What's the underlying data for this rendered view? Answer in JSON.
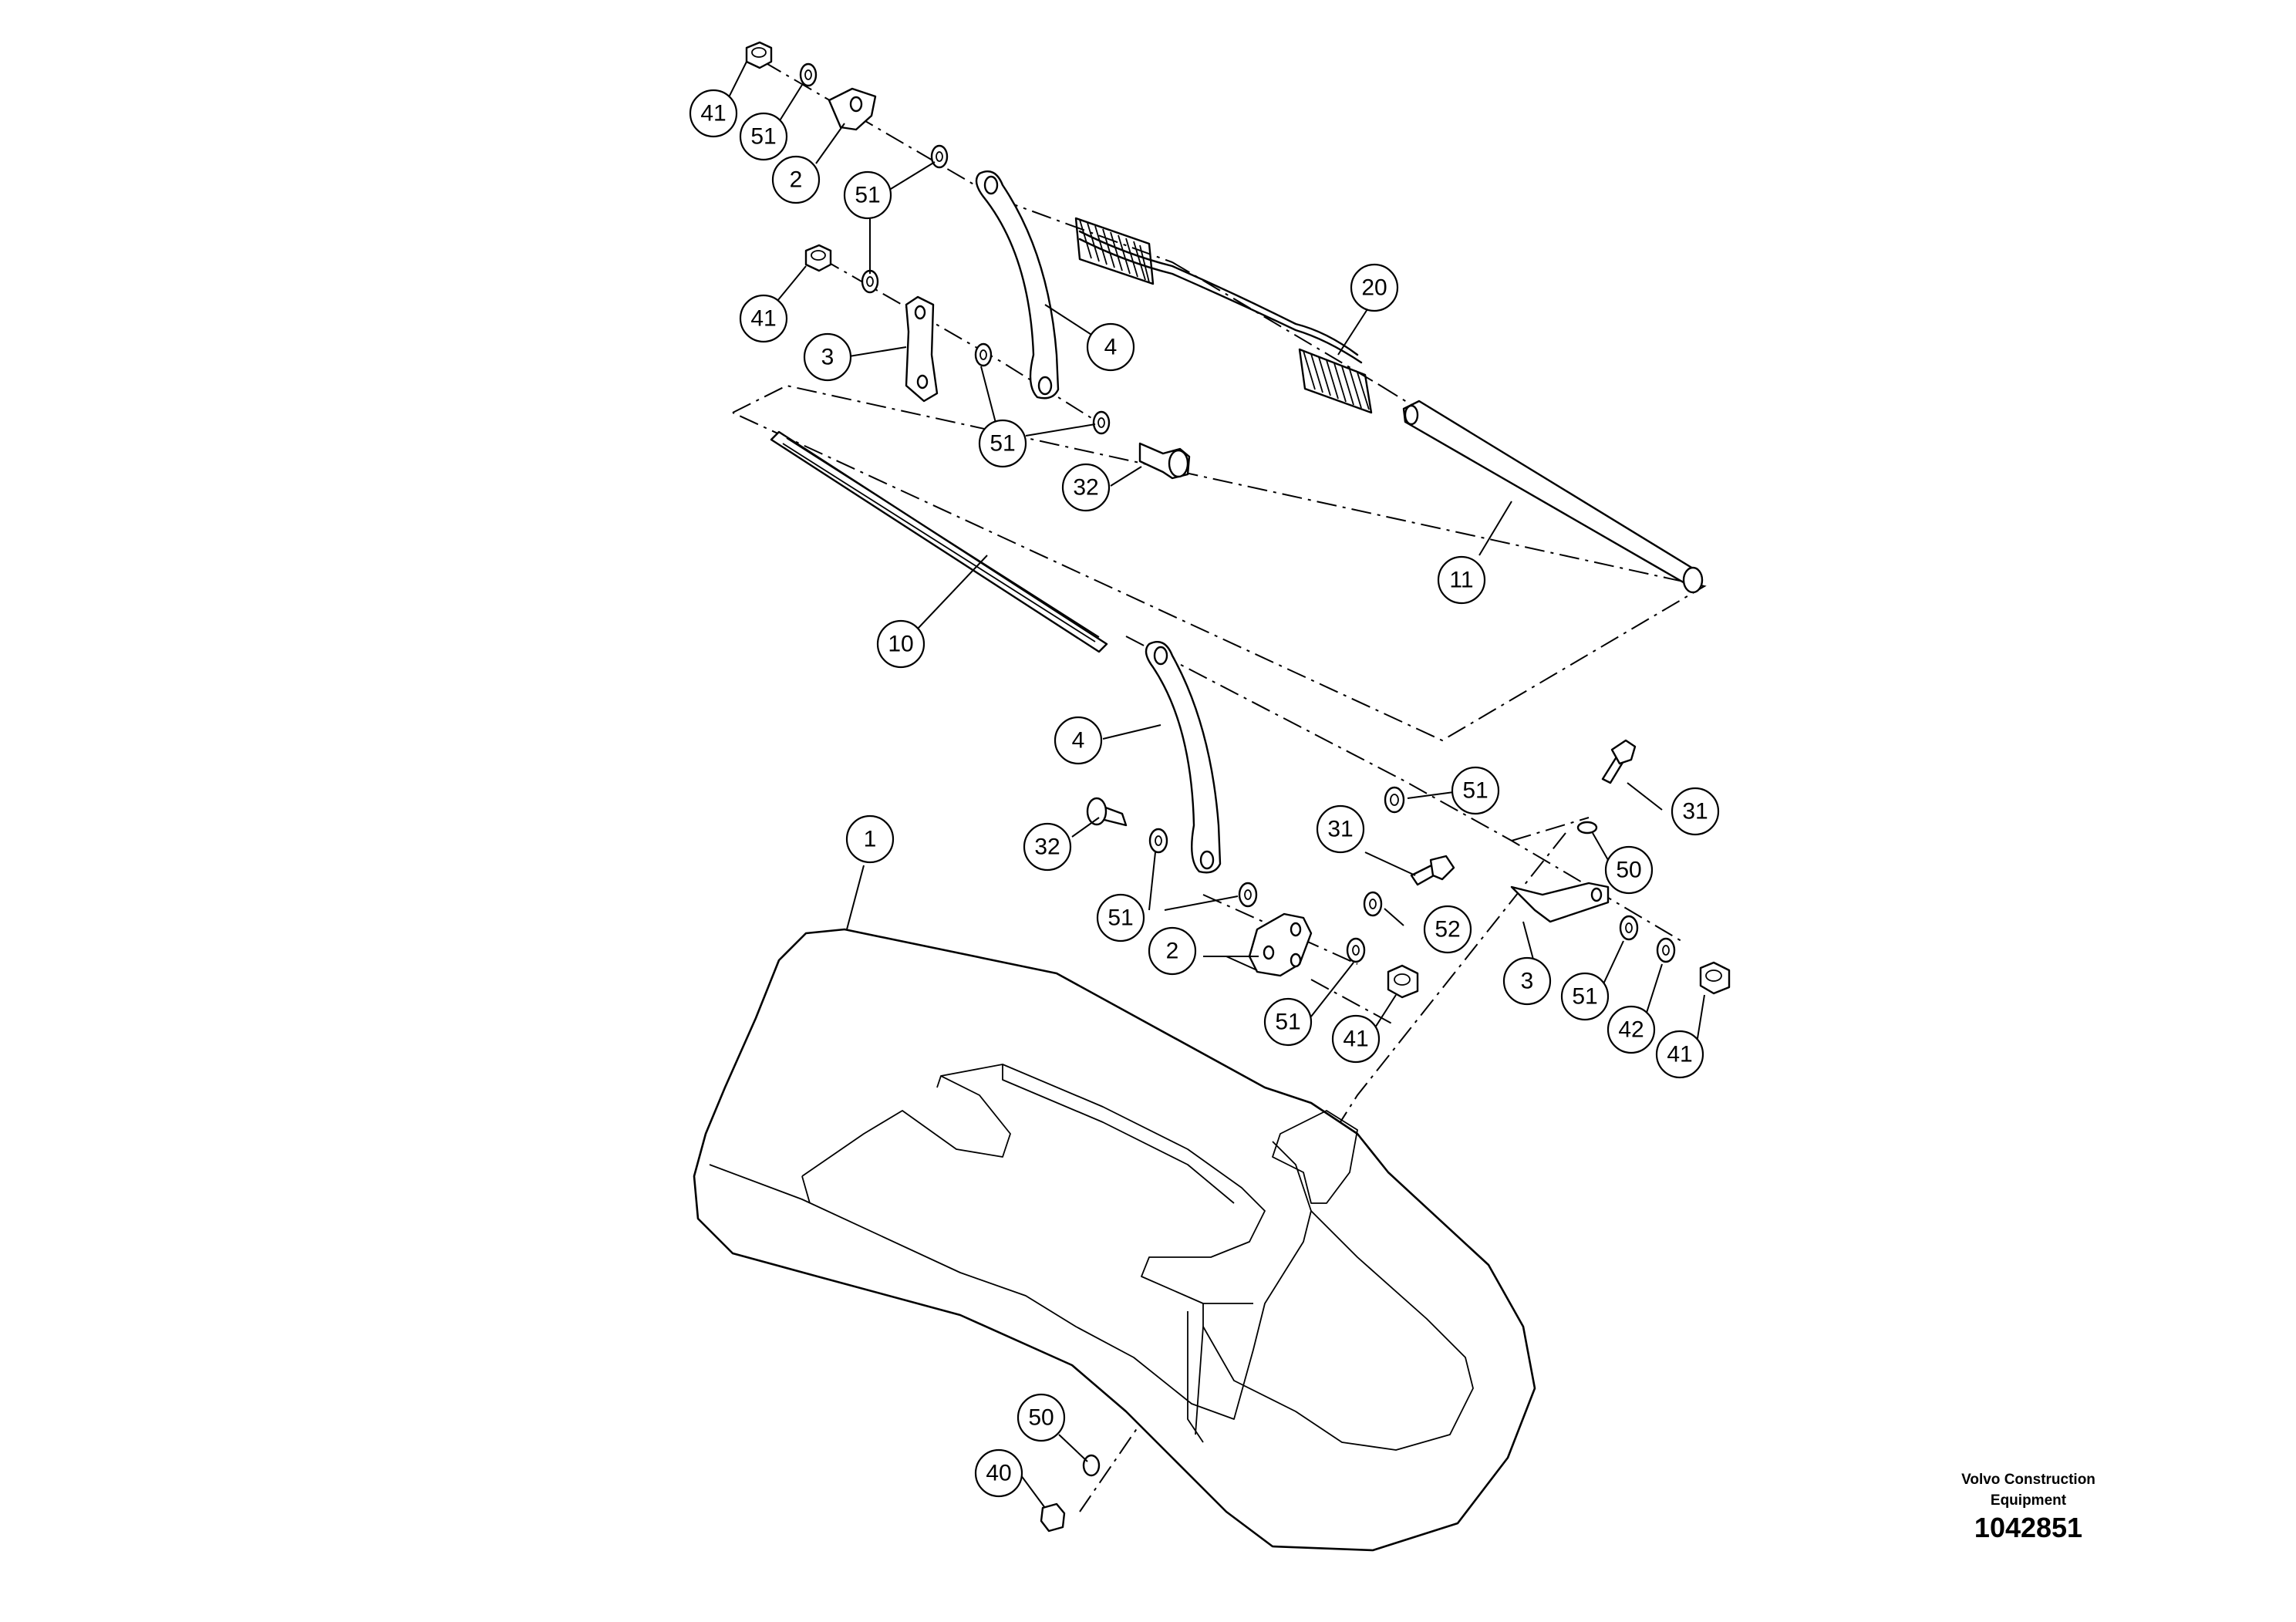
{
  "brand": {
    "line1": "Volvo Construction",
    "line2": "Equipment"
  },
  "drawing_number": "1042851",
  "callouts": [
    "41",
    "51",
    "2",
    "51",
    "41",
    "3",
    "4",
    "51",
    "32",
    "20",
    "11",
    "10",
    "4",
    "51",
    "31",
    "50",
    "32",
    "31",
    "51",
    "52",
    "2",
    "51",
    "41",
    "3",
    "51",
    "42",
    "41",
    "1",
    "50",
    "40"
  ]
}
